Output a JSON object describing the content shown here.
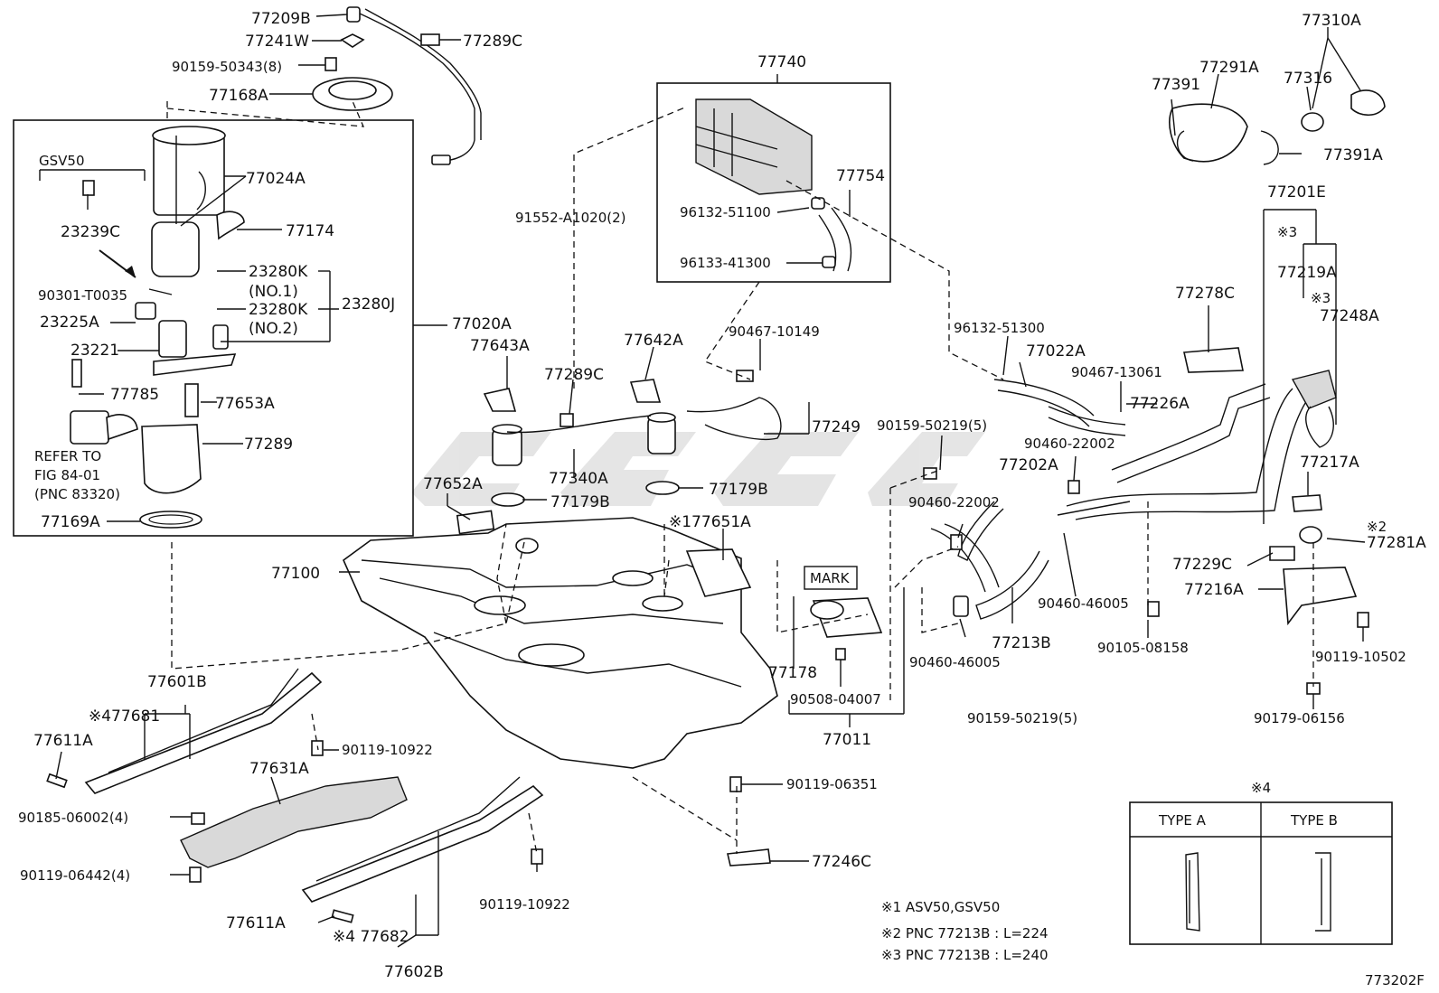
{
  "diagram": {
    "figure_id": "773202F",
    "labels": {
      "l77209B": "77209B",
      "l77241W": "77241W",
      "l77289C_a": "77289C",
      "l90159_50343": "90159-50343(8)",
      "l77168A": "77168A",
      "l77740": "77740",
      "l77310A": "77310A",
      "l77291A": "77291A",
      "l77316": "77316",
      "l77391": "77391",
      "l77391A": "77391A",
      "l77201E": "77201E",
      "gsv50": "GSV50",
      "l77024A": "77024A",
      "l23239C": "23239C",
      "l77174": "77174",
      "l91552": "91552-A1020(2)",
      "l96132_51100": "96132-51100",
      "l77754": "77754",
      "l96133_41300": "96133-41300",
      "l90301": "90301-T0035",
      "l23280K_1": "23280K",
      "no1": "(NO.1)",
      "l23280K_2": "23280K",
      "no2": "(NO.2)",
      "l23280J": "23280J",
      "l23225A": "23225A",
      "l23221": "23221",
      "l77020A": "77020A",
      "l77785": "77785",
      "l77653A": "77653A",
      "l77289": "77289",
      "refer1": "REFER TO",
      "refer2": "FIG 84-01",
      "refer3": "(PNC 83320)",
      "l77169A": "77169A",
      "l77643A": "77643A",
      "l77642A": "77642A",
      "l77289C_b": "77289C",
      "l90467_10149": "90467-10149",
      "l77249": "77249",
      "l77340A": "77340A",
      "l77652A": "77652A",
      "l77179B_a": "77179B",
      "l77179B_b": "77179B",
      "l77651A": "※177651A",
      "l77100": "77100",
      "l96132_51300": "96132-51300",
      "l77022A": "77022A",
      "l90467_13061": "90467-13061",
      "l77226A": "77226A",
      "l77278C": "77278C",
      "l77219A": "77219A",
      "mark3a": "※3",
      "mark3b": "※3",
      "l77248A": "77248A",
      "l90159_50219_a": "90159-50219(5)",
      "l90460_22002_a": "90460-22002",
      "l77202A": "77202A",
      "l90460_22002_b": "90460-22002",
      "l77217A": "77217A",
      "mark2": "※2",
      "l77281A": "77281A",
      "l77229C": "77229C",
      "l77216A": "77216A",
      "mark_box": "MARK",
      "l77178": "77178",
      "l90460_46005_a": "90460-46005",
      "l90460_46005_b": "90460-46005",
      "l77213B": "77213B",
      "l90105_08158": "90105-08158",
      "l90119_10502": "90119-10502",
      "l90508_04007": "90508-04007",
      "l77011": "77011",
      "l90159_50219_b": "90159-50219(5)",
      "l90179_06156": "90179-06156",
      "l77601B": "77601B",
      "l77681": "※477681",
      "l77611A_a": "77611A",
      "l90119_10922_a": "90119-10922",
      "l77631A": "77631A",
      "l90185_06002": "90185-06002(4)",
      "l90119_06442": "90119-06442(4)",
      "l77611A_b": "77611A",
      "l77682": "※4 77682",
      "l77602B": "77602B",
      "l90119_10922_b": "90119-10922",
      "l90119_06351": "90119-06351",
      "l77246C": "77246C"
    },
    "notes": {
      "n1": "※1 ASV50,GSV50",
      "n2": "※2 PNC 77213B : L=224",
      "n3": "※3 PNC 77213B : L=240"
    },
    "type_table": {
      "mark": "※4",
      "col_a": "TYPE A",
      "col_b": "TYPE B"
    }
  }
}
